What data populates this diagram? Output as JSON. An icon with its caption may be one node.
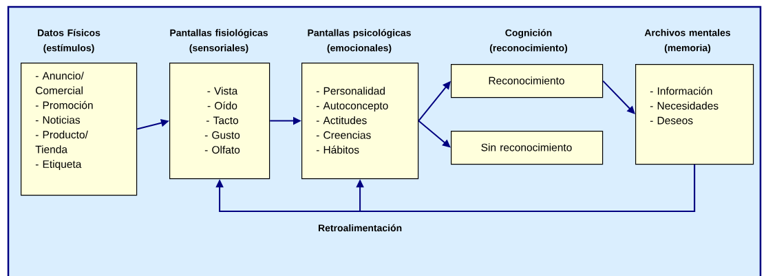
{
  "diagram": {
    "nodes": [
      {
        "text": [
          "Datos Físicos (estímulos)",
          "- Anuncio/ Comercial",
          "- Promoción",
          "- Noticias",
          "- Producto/ Tienda",
          "- Etiqueta"
        ]
      },
      {
        "text": [
          "Pantallas fisiológicas (sensoriales)",
          "- Vista",
          "- Oído",
          "- Tacto",
          "- Gusto",
          "- Olfato"
        ]
      },
      {
        "text": [
          "Pantallas psicológicas (emocionales)",
          "- Personalidad",
          "- Autoconcepto",
          "- Actitudes",
          "- Creencias",
          "- Hábitos"
        ]
      },
      {
        "text": [
          "Cognición (reconocimiento)",
          "Reconocimiento"
        ]
      },
      {
        "text": [
          "Sin reconocimiento"
        ]
      },
      {
        "text": [
          "Archivos mentales (memoria)",
          "- Información",
          "- Necesidades",
          "- Deseos"
        ]
      }
    ],
    "edges": [
      {
        "from": 0,
        "to": 1,
        "arrow": "to"
      },
      {
        "from": 1,
        "to": 2,
        "arrow": "to"
      },
      {
        "from": 2,
        "to": 3,
        "arrow": "to"
      },
      {
        "from": 2,
        "to": 4,
        "arrow": "to"
      },
      {
        "from": 3,
        "to": 5,
        "arrow": "to"
      },
      {
        "from": 5,
        "to": 1,
        "arrow": "to",
        "label": "Retroalimentación"
      },
      {
        "from": 5,
        "to": 2,
        "arrow": "to"
      }
    ]
  }
}
